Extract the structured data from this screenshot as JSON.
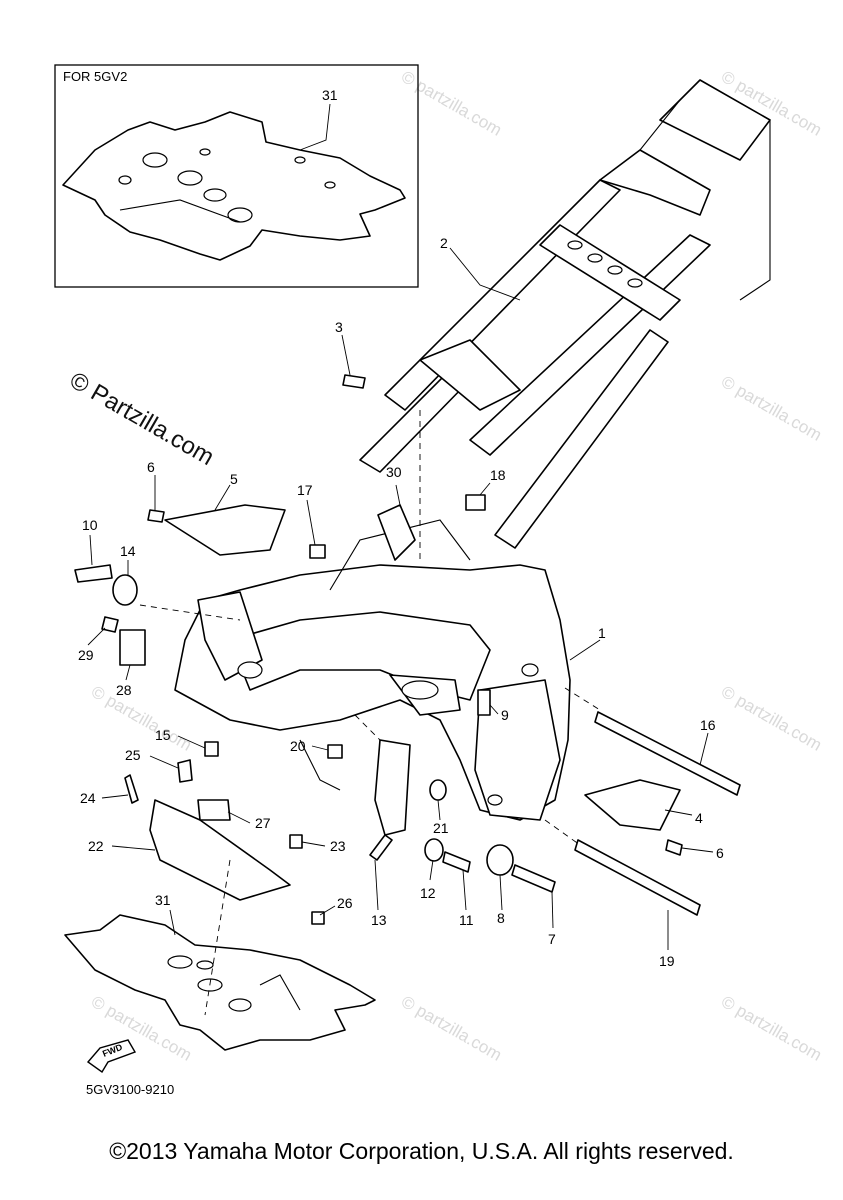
{
  "inset": {
    "label": "FOR 5GV2",
    "part": "31"
  },
  "watermark": {
    "main": "© Partzilla.com",
    "tile": "© partzilla.com"
  },
  "callouts": {
    "p1": "1",
    "p2": "2",
    "p3": "3",
    "p4": "4",
    "p5": "5",
    "p6a": "6",
    "p6b": "6",
    "p7": "7",
    "p8": "8",
    "p9": "9",
    "p10": "10",
    "p11": "11",
    "p12": "12",
    "p13": "13",
    "p14": "14",
    "p15": "15",
    "p16": "16",
    "p17": "17",
    "p18": "18",
    "p19": "19",
    "p20": "20",
    "p21": "21",
    "p22": "22",
    "p23": "23",
    "p24": "24",
    "p25": "25",
    "p26": "26",
    "p27": "27",
    "p28": "28",
    "p29": "29",
    "p30": "30",
    "p31": "31"
  },
  "fwd": "FWD",
  "diagram_code": "5GV3100-9210",
  "copyright": "©2013 Yamaha Motor Corporation, U.S.A. All rights reserved."
}
